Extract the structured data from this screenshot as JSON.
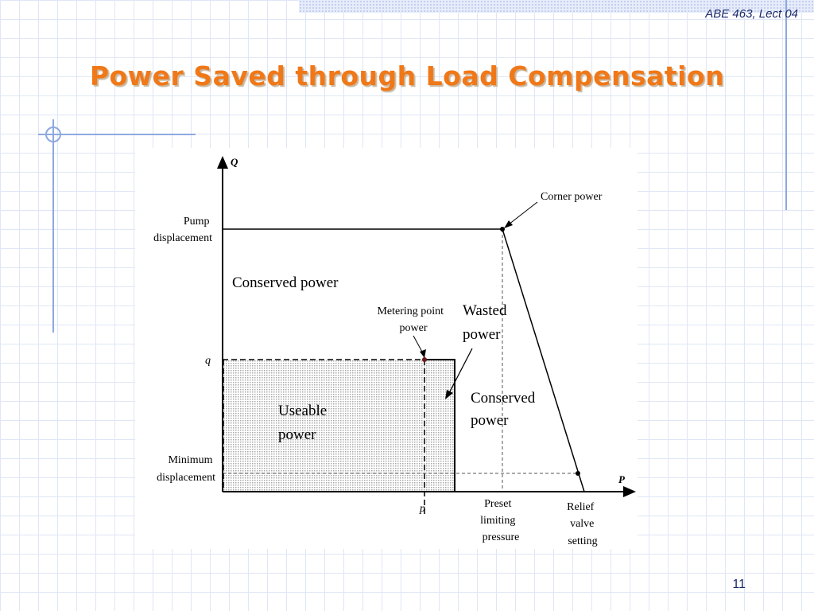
{
  "slide": {
    "course": "ABE 463, Lect 04",
    "title": "Power Saved through Load Compensation",
    "page_number": "11"
  },
  "diagram": {
    "y_axis_label": "Q",
    "x_axis_label": "P",
    "pump_displacement": [
      "Pump",
      "displacement"
    ],
    "min_displacement": [
      "Minimum",
      "displacement"
    ],
    "q_mark": "q",
    "p_mark": "p",
    "corner_power": "Corner power",
    "conserved_upper": "Conserved power",
    "metering_point": [
      "Metering point",
      "power"
    ],
    "wasted_power": [
      "Wasted",
      "power"
    ],
    "conserved_right": [
      "Conserved",
      "power"
    ],
    "useable_power": [
      "Useable",
      "power"
    ],
    "preset_pressure": [
      "Preset",
      "limiting",
      "pressure"
    ],
    "relief_valve": [
      "Relief",
      "valve",
      "setting"
    ]
  }
}
